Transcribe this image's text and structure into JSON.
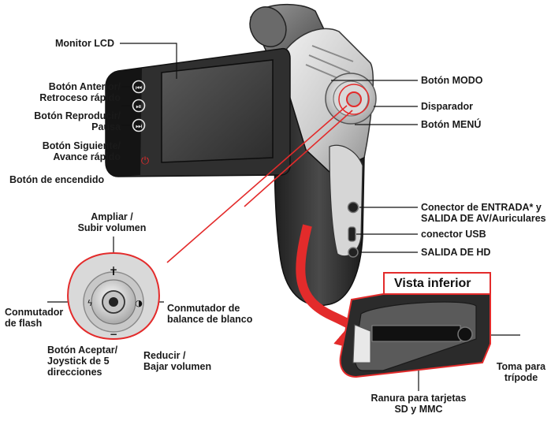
{
  "labels": {
    "monitor_lcd": "Monitor LCD",
    "boton_anterior": [
      "Botón Anterior/",
      "Retroceso rápido"
    ],
    "boton_reproducir": [
      "Botón Reproducir/",
      "Pausa"
    ],
    "boton_siguiente": [
      "Botón Siguiente/",
      "Avance rápido"
    ],
    "boton_encendido": "Botón de encendido",
    "boton_modo": "Botón MODO",
    "disparador": "Disparador",
    "boton_menu": "Botón MENÚ",
    "conector_entrada": [
      "Conector de ENTRADA* y",
      "SALIDA DE AV/Auriculares"
    ],
    "conector_usb": "conector USB",
    "salida_hd": "SALIDA DE HD",
    "ampliar": [
      "Ampliar /",
      "Subir volumen"
    ],
    "conmutador_flash": [
      "Conmutador",
      "de flash"
    ],
    "conmutador_balance": [
      "Conmutador de",
      "balance de blanco"
    ],
    "boton_aceptar": [
      "Botón Aceptar/",
      "Joystick de 5",
      "direcciones"
    ],
    "reducir": [
      "Reducir /",
      "Bajar volumen"
    ],
    "vista_inferior": "Vista inferior",
    "toma_tripode": [
      "Toma para",
      "trípode"
    ],
    "ranura_tarjetas": [
      "Ranura para tarjetas",
      "SD y MMC"
    ]
  },
  "colors": {
    "accent_red": "#e32b2b",
    "body_dark": "#3a3a3a",
    "body_silver": "#c8c8c8"
  },
  "icons": {
    "prev": "skip-back-icon",
    "play": "play-pause-icon",
    "next": "skip-forward-icon",
    "power": "power-icon",
    "plus": "plus-icon",
    "minus": "minus-icon",
    "flash": "flash-icon",
    "white_balance": "white-balance-icon"
  }
}
